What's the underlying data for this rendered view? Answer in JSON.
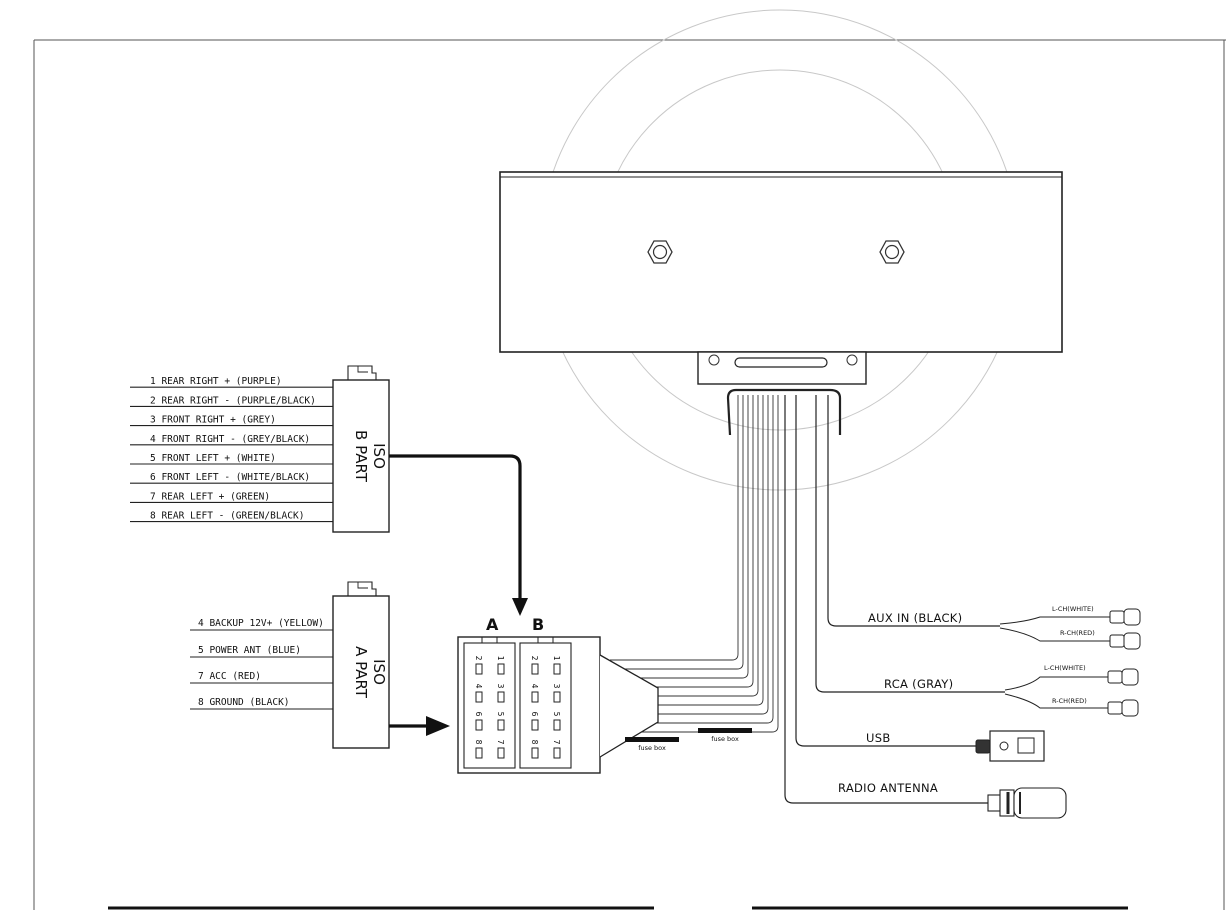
{
  "iso_b": {
    "title": "ISO",
    "subtitle": "B PART",
    "wires": [
      "1 REAR RIGHT + (PURPLE)",
      "2 REAR RIGHT - (PURPLE/BLACK)",
      "3 FRONT RIGHT + (GREY)",
      "4 FRONT RIGHT - (GREY/BLACK)",
      "5 FRONT LEFT + (WHITE)",
      "6 FRONT LEFT - (WHITE/BLACK)",
      "7 REAR LEFT + (GREEN)",
      "8 REAR LEFT - (GREEN/BLACK)"
    ]
  },
  "iso_a": {
    "title": "ISO",
    "subtitle": "A PART",
    "wires": [
      "4 BACKUP 12V+ (YELLOW)",
      "5 POWER ANT (BLUE)",
      "7 ACC (RED)",
      "8 GROUND (BLACK)"
    ]
  },
  "connector": {
    "label_a": "A",
    "label_b": "B",
    "pins": [
      "2",
      "1",
      "4",
      "3",
      "6",
      "5",
      "8",
      "7"
    ]
  },
  "fuse_boxes": [
    "fuse box",
    "fuse box"
  ],
  "outputs": {
    "aux_in": {
      "label": "AUX IN (BLACK)",
      "left": "L-CH(WHITE)",
      "right": "R-CH(RED)"
    },
    "rca": {
      "label": "RCA (GRAY)",
      "left": "L-CH(WHITE)",
      "right": "R-CH(RED)"
    },
    "usb": {
      "label": "USB"
    },
    "antenna": {
      "label": "RADIO ANTENNA"
    }
  },
  "colors": {
    "line": "#222222",
    "frame": "#444444",
    "faint": "#bbbbbb"
  }
}
